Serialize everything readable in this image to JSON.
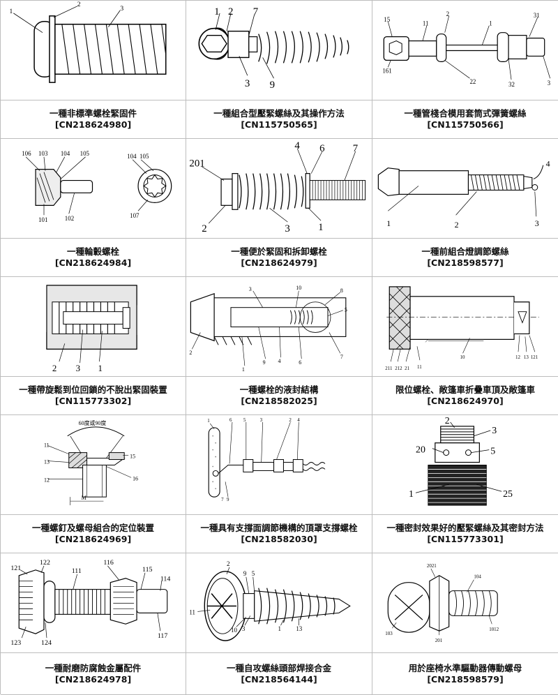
{
  "patents": [
    {
      "title": "一種非標準螺栓緊固件",
      "number": "[CN218624980]",
      "callouts": [
        "1",
        "2",
        "3"
      ]
    },
    {
      "title": "一種組合型壓緊螺絲及其操作方法",
      "number": "[CN115750565]",
      "callouts": [
        "1",
        "2",
        "7",
        "3",
        "9"
      ]
    },
    {
      "title": "一種管棧合模用套筒式彈簧螺絲",
      "number": "[CN115750566]",
      "callouts": [
        "15",
        "11",
        "2",
        "1",
        "31",
        "161",
        "22",
        "32",
        "3"
      ]
    },
    {
      "title": "一種輪轂螺栓",
      "number": "[CN218624984]",
      "callouts": [
        "106",
        "103",
        "104",
        "105",
        "101",
        "102",
        "104",
        "105",
        "107"
      ]
    },
    {
      "title": "一種便於緊固和拆卸螺栓",
      "number": "[CN218624979]",
      "callouts": [
        "4",
        "6",
        "7",
        "201",
        "2",
        "3",
        "1"
      ]
    },
    {
      "title": "一種前組合燈調節螺絲",
      "number": "[CN218598577]",
      "callouts": [
        "4",
        "1",
        "2",
        "3"
      ]
    },
    {
      "title": "一種帶旋鬆到位回鎖的不脫出緊固裝置",
      "number": "[CN115773302]",
      "callouts": [
        "2",
        "3",
        "1"
      ]
    },
    {
      "title": "一種螺栓的液封結構",
      "number": "[CN218582025]",
      "callouts": [
        "3",
        "10",
        "8",
        "5",
        "2",
        "9",
        "4",
        "6",
        "7",
        "1"
      ]
    },
    {
      "title": "限位螺栓、敞篷車折疊車頂及敞篷車",
      "number": "[CN218624970]",
      "callouts": [
        "211",
        "212",
        "21",
        "11",
        "10",
        "12",
        "13",
        "121"
      ]
    },
    {
      "title": "一種螺釘及螺母組合的定位裝置",
      "number": "[CN218624969]",
      "callouts": [
        "60度或90度",
        "11",
        "13",
        "12",
        "15",
        "16",
        "M"
      ]
    },
    {
      "title": "一種具有支撐面調節機構的頂罩支撐螺栓",
      "number": "[CN218582030]",
      "callouts": [
        "1",
        "6",
        "5",
        "3",
        "2",
        "4",
        "7",
        "9"
      ]
    },
    {
      "title": "一種密封效果好的壓緊螺絲及其密封方法",
      "number": "[CN115773301]",
      "callouts": [
        "2",
        "3",
        "20",
        "5",
        "1",
        "25"
      ]
    },
    {
      "title": "一種耐磨防腐蝕金屬配件",
      "number": "[CN218624978]",
      "callouts": [
        "121",
        "122",
        "111",
        "116",
        "115",
        "114",
        "123",
        "124",
        "117"
      ]
    },
    {
      "title": "一種自攻螺絲頭部焊接合金",
      "number": "[CN218564144]",
      "callouts": [
        "2",
        "9",
        "5",
        "11",
        "10",
        "3",
        "1",
        "13"
      ]
    },
    {
      "title": "用於座椅水準驅動器傳動螺母",
      "number": "[CN218598579]",
      "callouts": [
        "2021",
        "104",
        "103",
        "201",
        "1012"
      ]
    }
  ]
}
